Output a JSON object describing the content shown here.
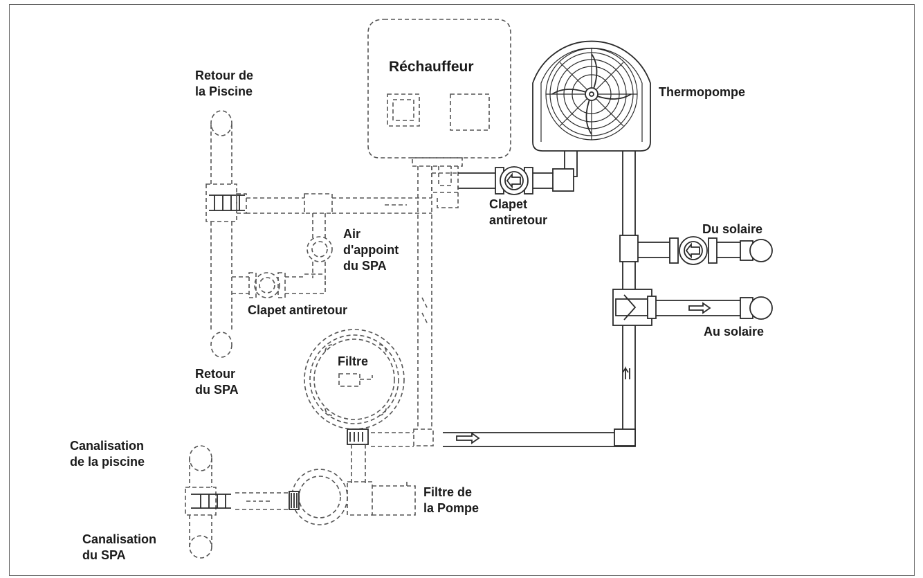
{
  "labels": {
    "rechauffeur": "Réchauffeur",
    "thermopompe": "Thermopompe",
    "retour_piscine": "Retour de\nla Piscine",
    "clapet_antiretour_top": "Clapet\nantiretour",
    "du_solaire": "Du solaire",
    "air_appoint": "Air\nd'appoint\ndu SPA",
    "clapet_antiretour_mid": "Clapet antiretour",
    "au_solaire": "Au solaire",
    "retour_spa": "Retour\ndu SPA",
    "filtre": "Filtre",
    "canalisation_piscine": "Canalisation\nde la piscine",
    "filtre_pompe": "Filtre de\nla Pompe",
    "canalisation_spa": "Canalisation\ndu SPA"
  },
  "colors": {
    "line": "#2a2a2a",
    "dashed": "#555555"
  }
}
